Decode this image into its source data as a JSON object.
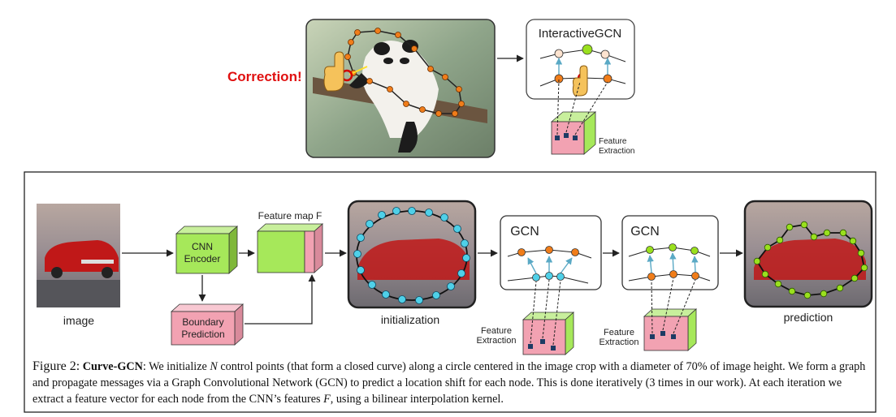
{
  "top_panel": {
    "correction_label": "Correction!",
    "gcn_box_title": "InteractiveGCN",
    "feature_label_line1": "Feature",
    "feature_label_line2": "Extraction"
  },
  "bottom_panel": {
    "image_label": "image",
    "cnn_encoder_line1": "CNN",
    "cnn_encoder_line2": "Encoder",
    "boundary_line1": "Boundary",
    "boundary_line2": "Prediction",
    "feature_map_label": "Feature map F",
    "initialization_label": "initialization",
    "gcn1_title": "GCN",
    "gcn2_title": "GCN",
    "feature_extraction_1_line1": "Feature",
    "feature_extraction_1_line2": "Extraction",
    "feature_extraction_2_line1": "Feature",
    "feature_extraction_2_line2": "Extraction",
    "prediction_label": "prediction"
  },
  "caption": {
    "prefix": "Figure 2:",
    "bold_title": "Curve-GCN",
    "p1": ": We initialize ",
    "var_n": "N",
    "p2": " control points (that form a closed curve) along a circle centered in the image crop with a diameter of 70% of image height. We form a graph and propagate messages via a Graph Convolutional Network (GCN) to predict a location shift for each node. This is done iteratively (3 times in our work). At each iteration we extract a feature vector for each node from the CNN’s features ",
    "var_f": "F",
    "p3": ", using a bilinear interpolation kernel."
  },
  "colors": {
    "correction_red": "#e01010",
    "node_orange": "#f07d1a",
    "node_cyan": "#4fd0e8",
    "node_lightgreen": "#9ae01e",
    "cnn_green": "#a6e85a",
    "boundary_pink": "#f2a2b2",
    "arrow_teal": "#5aa9c5"
  }
}
